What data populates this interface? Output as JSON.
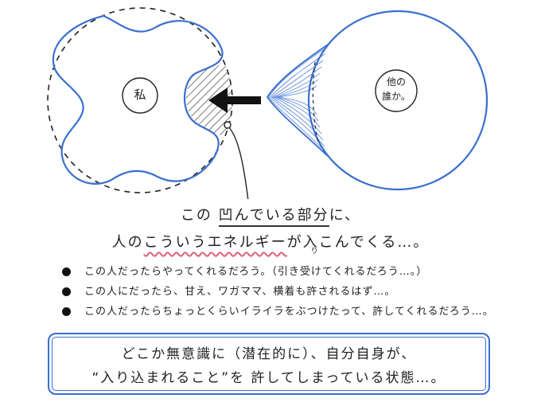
{
  "diagram": {
    "self_label": "私",
    "other_label_line1": "他の",
    "other_label_line2": "誰か。"
  },
  "headline": {
    "line1_pre": "この",
    "line1_key": "凹んでいる部分",
    "line1_post": "に、",
    "line2_pre": "人の",
    "line2_key": "こういうエネルギー",
    "line2_mid": "が入",
    "line2_ruby": "り",
    "line2_post": "こんでくる…。"
  },
  "bullets": [
    "この人だったらやってくれるだろう。（引き受けてくれるだろう…。）",
    "この人にだったら、甘え、ワガママ、横着も許されるはず…。",
    "この人だったらちょっとくらいイライラをぶつけたって、許してくれるだろう…。"
  ],
  "summary": {
    "line1": "どこか無意識に（潜在的に）、自分自身が、",
    "line2": "“入り込まれること”を 許してしまっている状態…。"
  },
  "colors": {
    "outline": "#3a6fcf",
    "wavy": "#e0607a"
  }
}
